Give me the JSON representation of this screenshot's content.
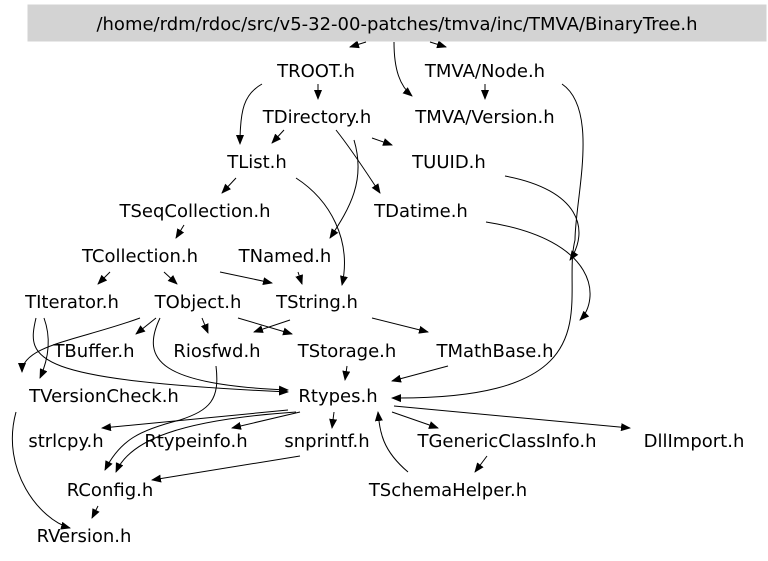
{
  "root": {
    "id": "root",
    "label": "/home/rdm/rdoc/src/v5-32-00-patches/tmva/inc/TMVA/BinaryTree.h"
  },
  "nodes": [
    {
      "id": "troot",
      "label": "TROOT.h"
    },
    {
      "id": "tmvanode",
      "label": "TMVA/Node.h"
    },
    {
      "id": "tdirectory",
      "label": "TDirectory.h"
    },
    {
      "id": "tmvaversion",
      "label": "TMVA/Version.h"
    },
    {
      "id": "tlist",
      "label": "TList.h"
    },
    {
      "id": "tuuid",
      "label": "TUUID.h"
    },
    {
      "id": "tseqcollection",
      "label": "TSeqCollection.h"
    },
    {
      "id": "tdatime",
      "label": "TDatime.h"
    },
    {
      "id": "tcollection",
      "label": "TCollection.h"
    },
    {
      "id": "tnamed",
      "label": "TNamed.h"
    },
    {
      "id": "titerator",
      "label": "TIterator.h"
    },
    {
      "id": "tobject",
      "label": "TObject.h"
    },
    {
      "id": "tstring",
      "label": "TString.h"
    },
    {
      "id": "tbuffer",
      "label": "TBuffer.h"
    },
    {
      "id": "riosfwd",
      "label": "Riosfwd.h"
    },
    {
      "id": "tstorage",
      "label": "TStorage.h"
    },
    {
      "id": "tmathbase",
      "label": "TMathBase.h"
    },
    {
      "id": "tversioncheck",
      "label": "TVersionCheck.h"
    },
    {
      "id": "rtypes",
      "label": "Rtypes.h"
    },
    {
      "id": "strlcpy",
      "label": "strlcpy.h"
    },
    {
      "id": "rtypeinfo",
      "label": "Rtypeinfo.h"
    },
    {
      "id": "snprintf",
      "label": "snprintf.h"
    },
    {
      "id": "tgenericclassinfo",
      "label": "TGenericClassInfo.h"
    },
    {
      "id": "dllimport",
      "label": "DllImport.h"
    },
    {
      "id": "rconfig",
      "label": "RConfig.h"
    },
    {
      "id": "tschemahelper",
      "label": "TSchemaHelper.h"
    },
    {
      "id": "rversion",
      "label": "RVersion.h"
    }
  ],
  "edges": [
    {
      "from": "root",
      "to": "troot"
    },
    {
      "from": "root",
      "to": "tmvanode"
    },
    {
      "from": "root",
      "to": "tmvaversion"
    },
    {
      "from": "troot",
      "to": "tdirectory"
    },
    {
      "from": "troot",
      "to": "tlist"
    },
    {
      "from": "tmvanode",
      "to": "tmvaversion"
    },
    {
      "from": "tmvanode",
      "to": "rtypes"
    },
    {
      "from": "tdirectory",
      "to": "tlist"
    },
    {
      "from": "tdirectory",
      "to": "tuuid"
    },
    {
      "from": "tdirectory",
      "to": "tdatime"
    },
    {
      "from": "tdirectory",
      "to": "tnamed"
    },
    {
      "from": "tlist",
      "to": "tseqcollection"
    },
    {
      "from": "tlist",
      "to": "tstring"
    },
    {
      "from": "tuuid",
      "to": "rtypes"
    },
    {
      "from": "tdatime",
      "to": "rtypes"
    },
    {
      "from": "tseqcollection",
      "to": "tcollection"
    },
    {
      "from": "tcollection",
      "to": "titerator"
    },
    {
      "from": "tcollection",
      "to": "tobject"
    },
    {
      "from": "tcollection",
      "to": "tstring"
    },
    {
      "from": "tnamed",
      "to": "tstring"
    },
    {
      "from": "titerator",
      "to": "rtypes"
    },
    {
      "from": "titerator",
      "to": "tversioncheck"
    },
    {
      "from": "tobject",
      "to": "tbuffer"
    },
    {
      "from": "tobject",
      "to": "riosfwd"
    },
    {
      "from": "tobject",
      "to": "tstorage"
    },
    {
      "from": "tobject",
      "to": "rtypes"
    },
    {
      "from": "tobject",
      "to": "tversioncheck"
    },
    {
      "from": "tstring",
      "to": "tmathbase"
    },
    {
      "from": "tstring",
      "to": "riosfwd"
    },
    {
      "from": "tstorage",
      "to": "rtypes"
    },
    {
      "from": "tmathbase",
      "to": "rtypes"
    },
    {
      "from": "riosfwd",
      "to": "rconfig"
    },
    {
      "from": "tversioncheck",
      "to": "rversion"
    },
    {
      "from": "rtypes",
      "to": "strlcpy"
    },
    {
      "from": "rtypes",
      "to": "rtypeinfo"
    },
    {
      "from": "rtypes",
      "to": "snprintf"
    },
    {
      "from": "rtypes",
      "to": "tgenericclassinfo"
    },
    {
      "from": "rtypes",
      "to": "dllimport"
    },
    {
      "from": "rtypes",
      "to": "rconfig"
    },
    {
      "from": "snprintf",
      "to": "rconfig"
    },
    {
      "from": "tgenericclassinfo",
      "to": "tschemahelper"
    },
    {
      "from": "tschemahelper",
      "to": "rtypes"
    },
    {
      "from": "rconfig",
      "to": "rversion"
    }
  ]
}
